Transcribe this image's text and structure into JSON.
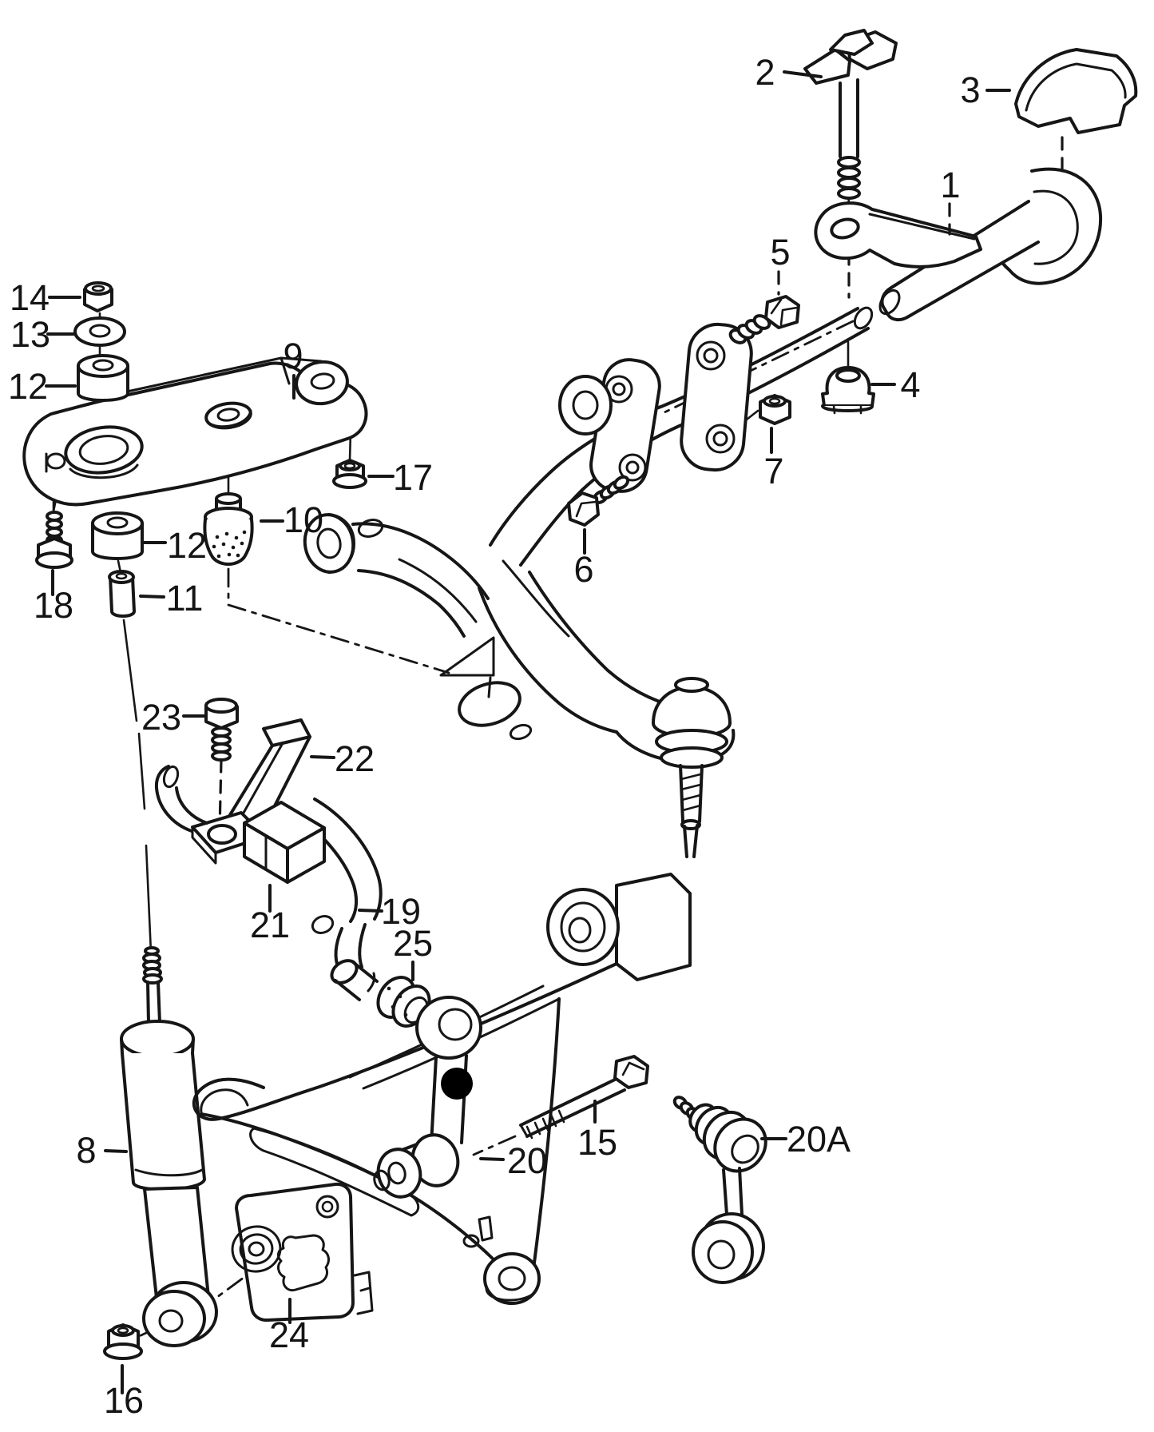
{
  "diagram": {
    "figure_type": "exploded-parts-diagram",
    "background_color": "#ffffff",
    "line_color": "#161616",
    "highlight": {
      "marker": "filled-circle",
      "color": "#000000",
      "attached_to_callout": "20"
    },
    "callouts": {
      "c1": {
        "label": "1",
        "part": "torsion-bar-with-arm"
      },
      "c2": {
        "label": "2",
        "part": "adjusting-bolt"
      },
      "c3": {
        "label": "3",
        "part": "protective-cap"
      },
      "c4": {
        "label": "4",
        "part": "cap-nut"
      },
      "c5": {
        "label": "5",
        "part": "hex-bolt"
      },
      "c6": {
        "label": "6",
        "part": "hex-bolt"
      },
      "c7": {
        "label": "7",
        "part": "hex-nut"
      },
      "c8": {
        "label": "8",
        "part": "shock-absorber"
      },
      "c9": {
        "label": "9",
        "part": "support-bracket"
      },
      "c10": {
        "label": "10",
        "part": "rubber-buffer"
      },
      "c11": {
        "label": "11",
        "part": "spacer-sleeve"
      },
      "c12": {
        "label": "12",
        "part": "rubber-bushing"
      },
      "c13": {
        "label": "13",
        "part": "washer"
      },
      "c14": {
        "label": "14",
        "part": "hex-nut"
      },
      "c15": {
        "label": "15",
        "part": "long-hex-bolt"
      },
      "c16": {
        "label": "16",
        "part": "flange-nut"
      },
      "c17": {
        "label": "17",
        "part": "flange-nut"
      },
      "c18": {
        "label": "18",
        "part": "hex-screw"
      },
      "c19": {
        "label": "19",
        "part": "stabilizer-bar"
      },
      "c20": {
        "label": "20",
        "part": "stabilizer-link"
      },
      "c20a": {
        "label": "20A",
        "part": "stabilizer-link-alt"
      },
      "c21": {
        "label": "21",
        "part": "rubber-mounting"
      },
      "c22": {
        "label": "22",
        "part": "clamp-bracket"
      },
      "c23": {
        "label": "23",
        "part": "hex-bolt"
      },
      "c24": {
        "label": "24",
        "part": "cover-plate"
      },
      "c25": {
        "label": "25",
        "part": "bushing"
      }
    }
  }
}
